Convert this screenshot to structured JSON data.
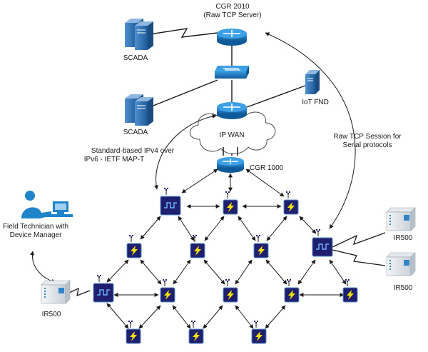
{
  "labels": {
    "cgr2010_name": "CGR 2010",
    "cgr2010_sub": "(Raw TCP Server)",
    "scada_top": "SCADA",
    "scada_bottom": "SCADA",
    "iot_fnd": "IoT FND",
    "ip_wan": "IP WAN",
    "cgr1000": "CGR 1000",
    "ipv4_line1": "Standard-based IPv4 over",
    "ipv4_line2": "IPv6 - IETF MAP-T",
    "raw_tcp_line1": "Raw TCP Session for",
    "raw_tcp_line2": "Serial protocols",
    "tech_line1": "Field Technician with",
    "tech_line2": "Device Manager",
    "ir500_left": "IR500",
    "ir500_right_top": "IR500",
    "ir500_right_bottom": "IR500"
  },
  "colors": {
    "router": "#1773b6",
    "router_dark": "#0d4f84",
    "mesh_node": "#1f1f6e",
    "lightning": "#f2e600",
    "server": "#2d6fae",
    "line": "#1a1a1a"
  }
}
